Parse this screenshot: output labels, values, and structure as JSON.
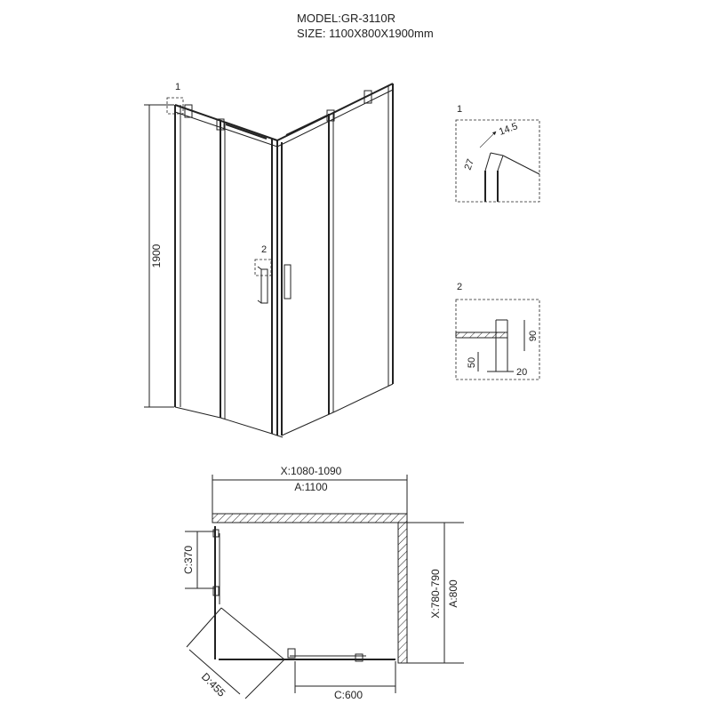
{
  "header": {
    "model": "MODEL:GR-3110R",
    "size": "SIZE: 1100X800X1900mm"
  },
  "front_view": {
    "height_label": "1900",
    "detail1_tag": "1",
    "detail2_tag": "2"
  },
  "detail1": {
    "tag": "1",
    "dim_a": "14.5",
    "dim_b": "27"
  },
  "detail2": {
    "tag": "2",
    "dim_a": "90",
    "dim_b": "50",
    "dim_c": "20"
  },
  "plan_view": {
    "x_width": "X:1080-1090",
    "a_width": "A:1100",
    "x_depth": "X:780-790",
    "a_depth": "A:800",
    "c_side": "C:370",
    "c_front": "C:600",
    "d_diag": "D:455"
  }
}
